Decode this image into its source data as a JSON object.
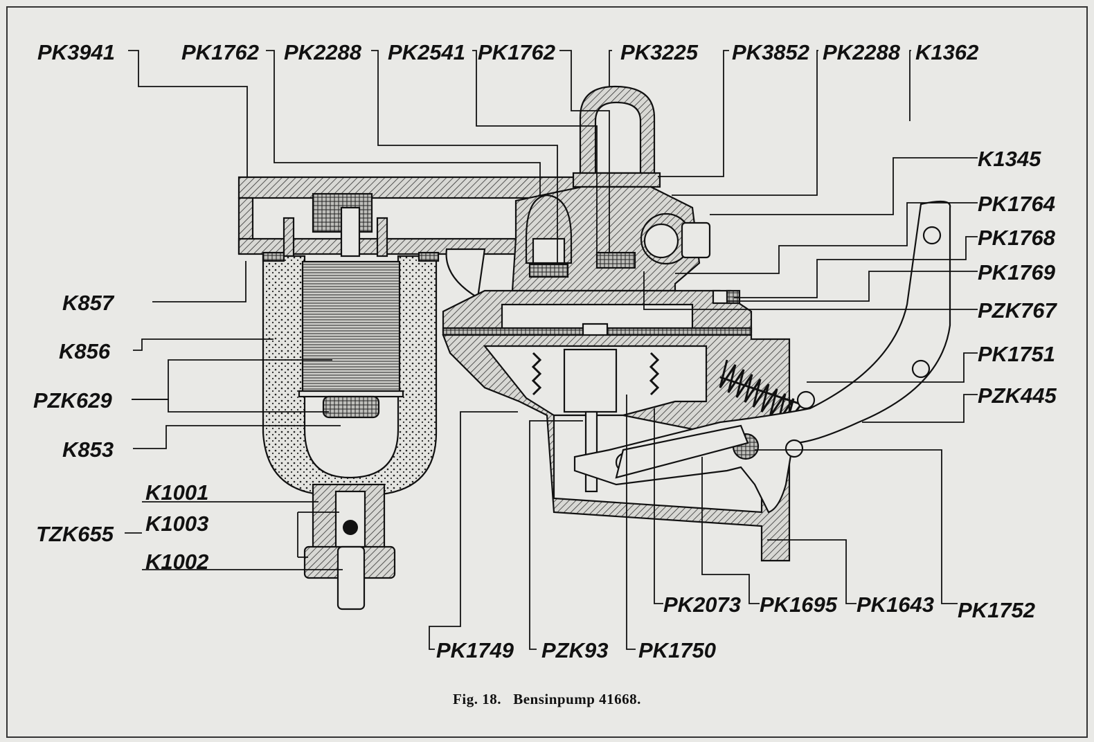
{
  "caption": "Fig. 18.   Bensinpump 41668.",
  "labels": {
    "pk3941": "PK3941",
    "pk1762_a": "PK1762",
    "pk2288_a": "PK2288",
    "pk2541": "PK2541",
    "pk1762_b": "PK1762",
    "pk3225": "PK3225",
    "pk3852": "PK3852",
    "pk2288_b": "PK2288",
    "k1362": "K1362",
    "k1345": "K1345",
    "pk1764": "PK1764",
    "pk1768": "PK1768",
    "pk1769": "PK1769",
    "pzk767": "PZK767",
    "pk1751": "PK1751",
    "pzk445": "PZK445",
    "k857": "K857",
    "k856": "K856",
    "pzk629": "PZK629",
    "k853": "K853",
    "k1001": "K1001",
    "tzk655": "TZK655",
    "k1003": "K1003",
    "k1002": "K1002",
    "pk2073": "PK2073",
    "pk1695": "PK1695",
    "pk1643": "PK1643",
    "pk1752": "PK1752",
    "pk1749": "PK1749",
    "pzk93": "PZK93",
    "pk1750": "PK1750"
  }
}
